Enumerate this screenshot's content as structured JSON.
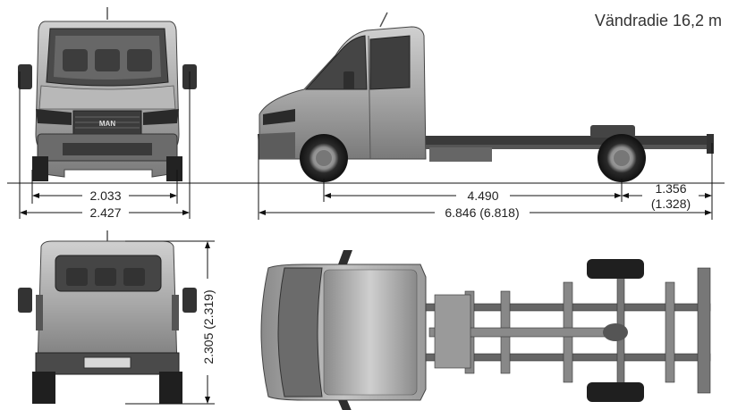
{
  "header": {
    "turning_radius": "Vändradie 16,2 m"
  },
  "dimensions": {
    "track_width": "2.033",
    "overall_width": "2.427",
    "wheelbase": "4.490",
    "overall_length": "6.846 (6.818)",
    "rear_overhang": "1.356",
    "rear_overhang_alt": "(1.328)",
    "height": "2.305 (2.319)"
  },
  "brand": {
    "grille_logo": "MAN"
  },
  "colors": {
    "body": "#9c9c9c",
    "body_light": "#c9c9c9",
    "body_dark": "#5a5a5a",
    "glass": "#3a3a3a",
    "tyre": "#2b2b2b",
    "frame": "#6a6a6a",
    "line": "#111111"
  }
}
